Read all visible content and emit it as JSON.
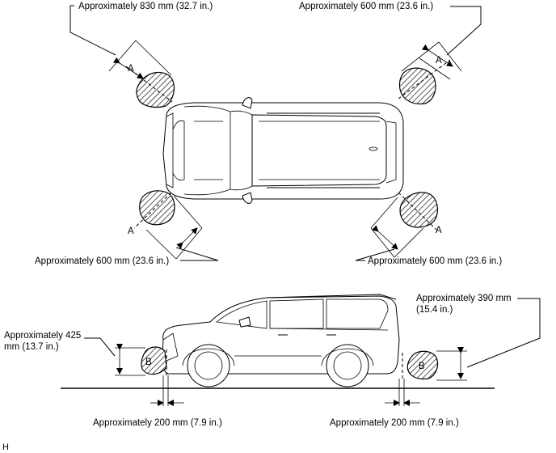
{
  "labels": {
    "top_left_distance": "Approximately 830 mm (32.7 in.)",
    "top_right_distance": "Approximately 600 mm (23.6 in.)",
    "bottom_left_distance": "Approximately 600 mm (23.6 in.)",
    "bottom_right_distance": "Approximately 600 mm (23.6 in.)",
    "side_front_height_line1": "Approximately 425",
    "side_front_height_line2": "mm (13.7 in.)",
    "side_rear_height_line1": "Approximately 390 mm",
    "side_rear_height_line2": "(15.4 in.)",
    "side_front_gap": "Approximately 200 mm (7.9 in.)",
    "side_rear_gap": "Approximately 200 mm (7.9 in.)",
    "marker_a": "A",
    "marker_b": "B",
    "figure_id": "H"
  }
}
